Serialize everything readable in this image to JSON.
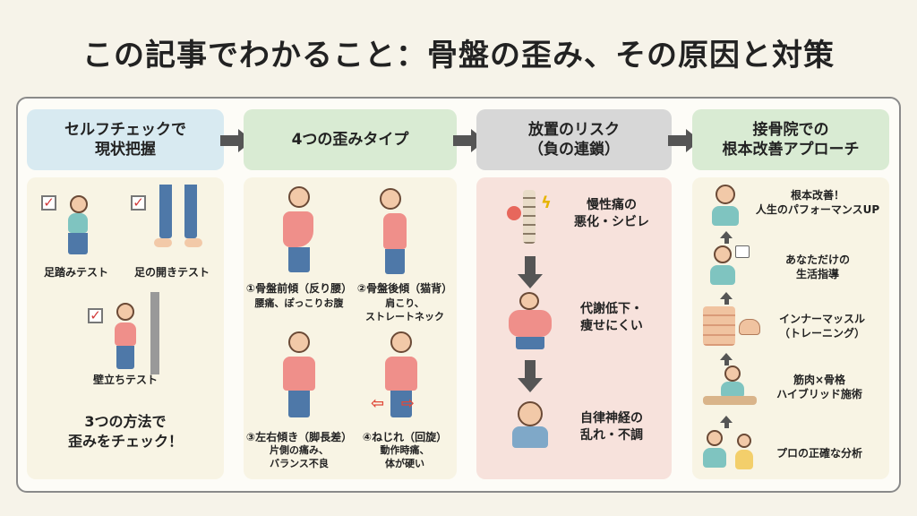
{
  "title": "この記事でわかること：骨盤の歪み、その原因と対策",
  "colors": {
    "selfcheck_header": "#d8eaf1",
    "types_header": "#d9ebd3",
    "risk_header": "#d7d7d7",
    "approach_header": "#d9ebd3",
    "risk_body": "#f7e2dc",
    "body": "#f8f4e4",
    "arrow": "#555555",
    "check": "#d23b3b"
  },
  "columns": [
    {
      "header": "セルフチェックで\n現状把握",
      "items": [
        "足踏みテスト",
        "足の開きテスト",
        "壁立ちテスト"
      ],
      "summary": "3つの方法で\n歪みをチェック！"
    },
    {
      "header": "4つの歪みタイプ",
      "items": [
        {
          "name": "①骨盤前傾（反り腰）",
          "symptom": "腰痛、ぽっこりお腹"
        },
        {
          "name": "②骨盤後傾（猫背）",
          "symptom": "肩こり、\nストレートネック"
        },
        {
          "name": "③左右傾き（脚長差）",
          "symptom": "片側の痛み、\nバランス不良"
        },
        {
          "name": "④ねじれ（回旋）",
          "symptom": "動作時痛、\n体が硬い"
        }
      ]
    },
    {
      "header": "放置のリスク\n（負の連鎖）",
      "items": [
        "慢性痛の\n悪化・シビレ",
        "代謝低下・\n痩せにくい",
        "自律神経の\n乱れ・不調"
      ]
    },
    {
      "header": "接骨院での\n根本改善アプローチ",
      "items": [
        "根本改善！\n人生のパフォーマンスUP",
        "あなただけの\n生活指導",
        "インナーマッスル\n（トレーニング）",
        "筋肉×骨格\nハイブリッド施術",
        "プロの正確な分析"
      ]
    }
  ],
  "icons": [
    "checkbox-icon",
    "person-icon",
    "arrow-right-icon",
    "arrow-down-icon",
    "arrow-up-icon",
    "spine-icon",
    "muscle-icon"
  ]
}
